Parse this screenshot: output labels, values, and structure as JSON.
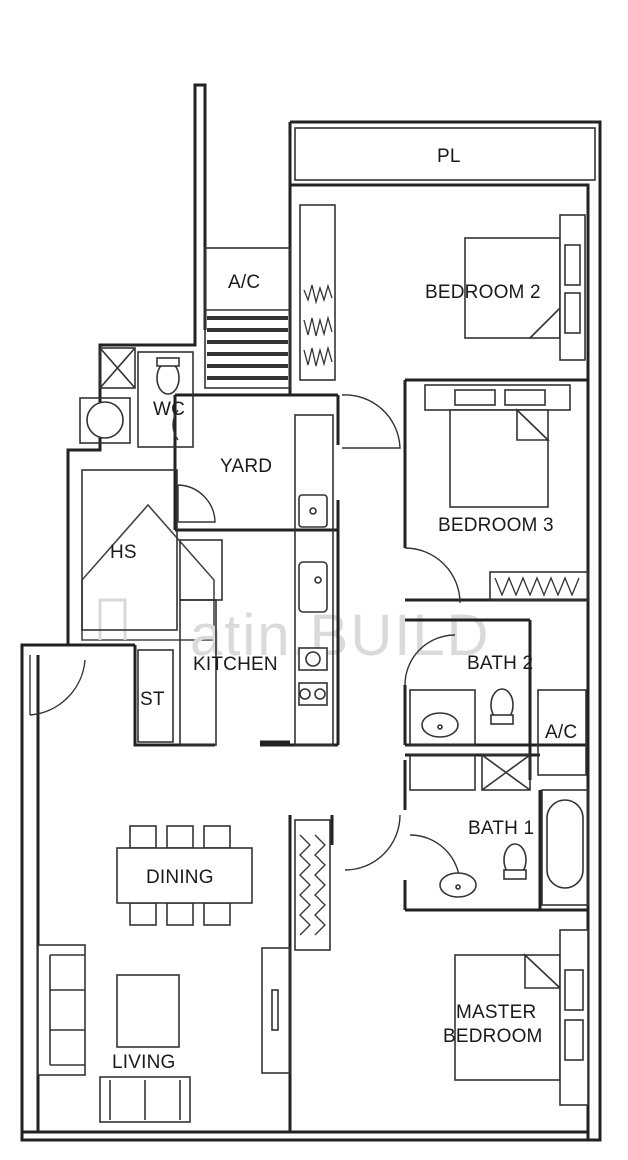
{
  "rooms": {
    "pl": "PL",
    "ac_top": "A/C",
    "bedroom2": "BEDROOM 2",
    "wc": "WC",
    "yard": "YARD",
    "bedroom3": "BEDROOM 3",
    "hs": "HS",
    "kitchen": "KITCHEN",
    "bath2": "BATH 2",
    "st": "ST",
    "ac_mid": "A/C",
    "bath1": "BATH 1",
    "dining": "DINING",
    "master_line1": "MASTER",
    "master_line2": "BEDROOM",
    "living": "LIVING"
  },
  "watermark": "atin.BUILD"
}
